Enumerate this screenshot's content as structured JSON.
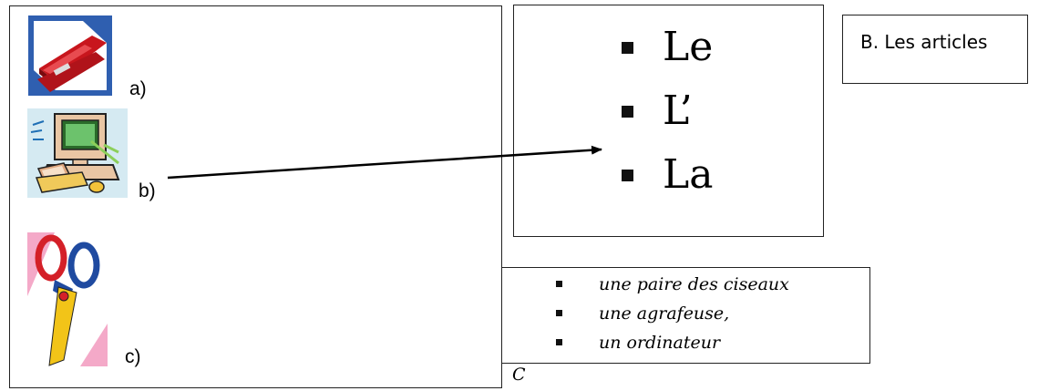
{
  "pictures": [
    {
      "name": "stapler",
      "label": "a)"
    },
    {
      "name": "computer",
      "label": "b)"
    },
    {
      "name": "scissors",
      "label": "c)"
    }
  ],
  "articles": [
    "Le",
    "L’",
    "La"
  ],
  "title": "B. Les articles",
  "words": [
    "une paire des ciseaux",
    "une agrafeuse,",
    "un ordinateur"
  ],
  "box_caption": "C",
  "colors": {
    "stapler_red": "#c8161d",
    "computer_beige": "#e9c6a4",
    "scissors_red": "#d42028",
    "scissors_blue": "#1f4aa0",
    "scissors_yellow": "#f2c418"
  }
}
